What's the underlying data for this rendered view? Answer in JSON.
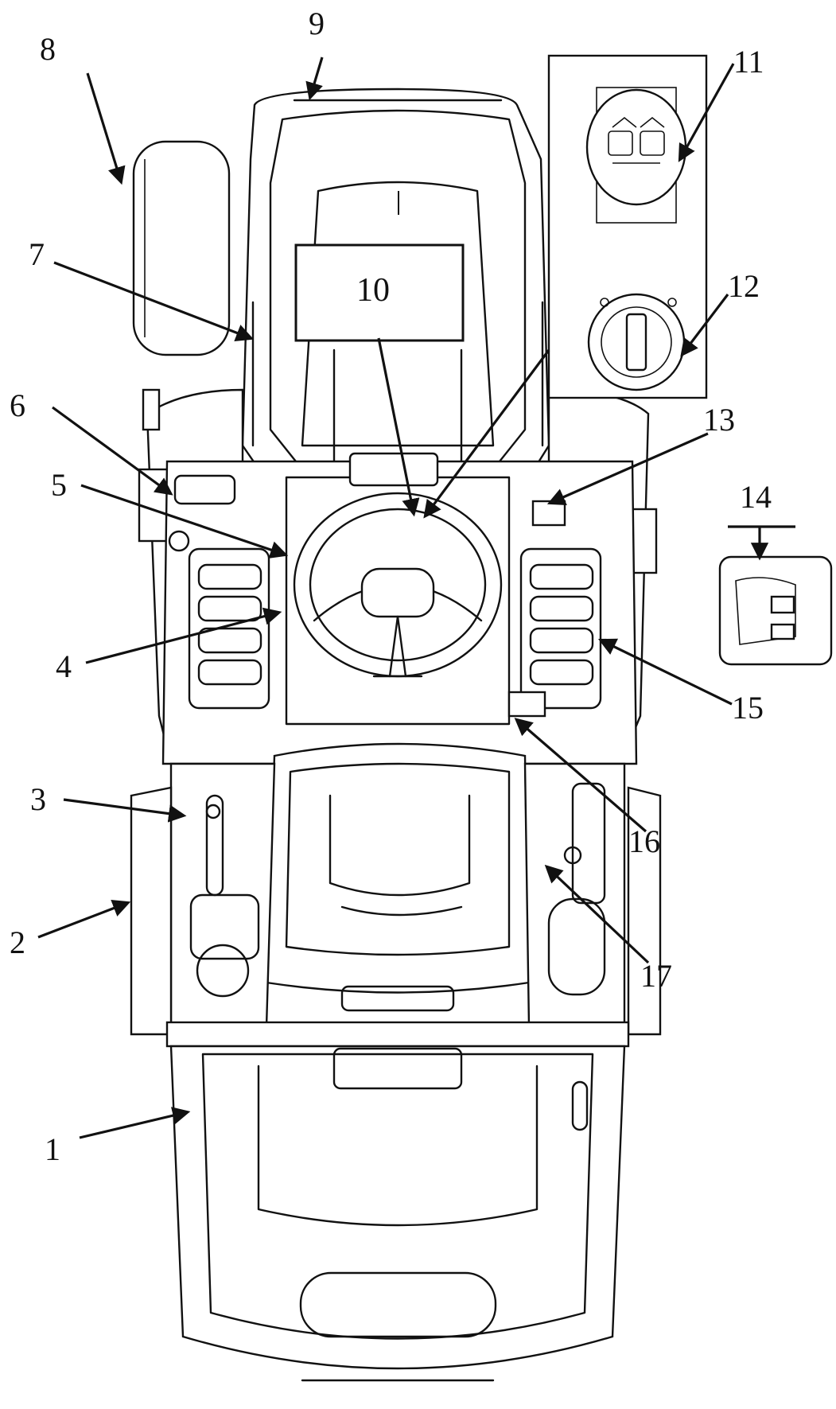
{
  "colors": {
    "ink": "#111111",
    "paper": "#ffffff"
  },
  "label_box": {
    "text": "10"
  },
  "callouts": [
    {
      "id": "1",
      "text": "1"
    },
    {
      "id": "2",
      "text": "2"
    },
    {
      "id": "3",
      "text": "3"
    },
    {
      "id": "4",
      "text": "4"
    },
    {
      "id": "5",
      "text": "5"
    },
    {
      "id": "6",
      "text": "6"
    },
    {
      "id": "7",
      "text": "7"
    },
    {
      "id": "8",
      "text": "8"
    },
    {
      "id": "9",
      "text": "9"
    },
    {
      "id": "11",
      "text": "11"
    },
    {
      "id": "12",
      "text": "12"
    },
    {
      "id": "13",
      "text": "13"
    },
    {
      "id": "14",
      "text": "14"
    },
    {
      "id": "15",
      "text": "15"
    },
    {
      "id": "16",
      "text": "16"
    },
    {
      "id": "17",
      "text": "17"
    }
  ],
  "icons": {
    "blade_engage_switch": "blade-engage-icon",
    "ignition_key": "ignition-key-icon",
    "cruise_switch_detail": "switch-detail-icon"
  }
}
